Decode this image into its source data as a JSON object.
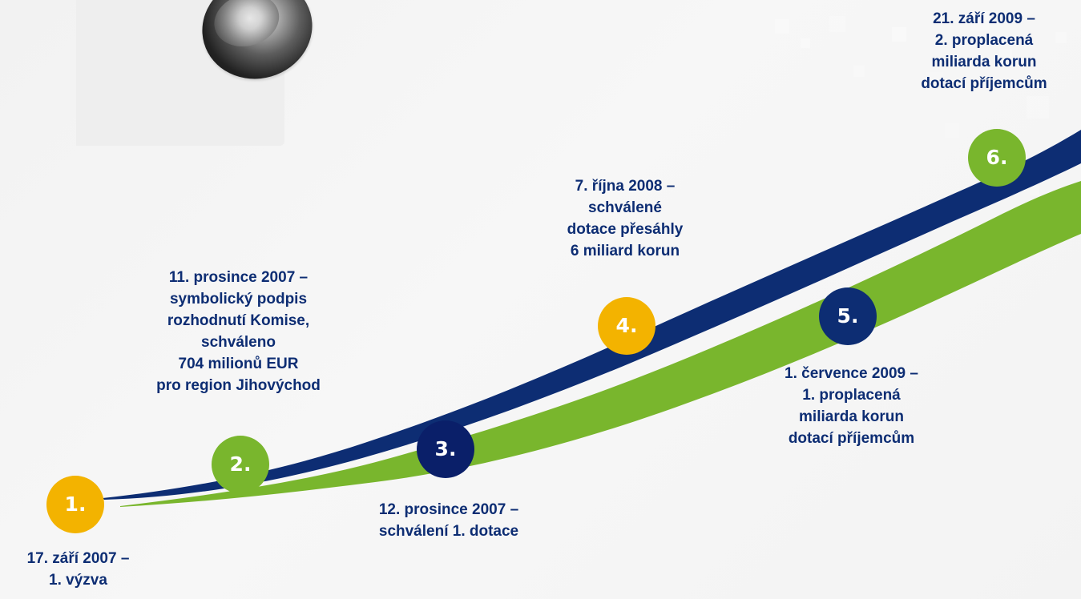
{
  "milestones": [
    {
      "number": "1.",
      "text": "17. září 2007 –\n1. výzva",
      "color": "#f3b300"
    },
    {
      "number": "2.",
      "text": "11. prosince 2007 –\nsymbolický podpis\nrozhodnutí Komise,\nschváleno\n704 milionů EUR\npro region Jihovýchod",
      "color": "#79b62d"
    },
    {
      "number": "3.",
      "text": "12. prosince 2007 –\nschválení 1. dotace",
      "color": "#0a1f69"
    },
    {
      "number": "4.",
      "text": "7. října 2008 –\nschválené\ndotace přesáhly\n6 miliard korun",
      "color": "#f3b300"
    },
    {
      "number": "5.",
      "text": "1. července 2009 –\n1. proplacená\nmiliarda korun\ndotací příjemcům",
      "color": "#0d2d73"
    },
    {
      "number": "6.",
      "text": "21. září 2009 –\n2. proplacená\nmiliarda korun\ndotací příjemcům",
      "color": "#79b62d"
    }
  ],
  "colors": {
    "navy": "#0d2d73",
    "green": "#79b62d",
    "yellow": "#f3b300",
    "background": "#f5f5f5"
  },
  "decorations": {
    "coin_icon": "coin-icon",
    "background_pattern": "light-square-pattern"
  }
}
